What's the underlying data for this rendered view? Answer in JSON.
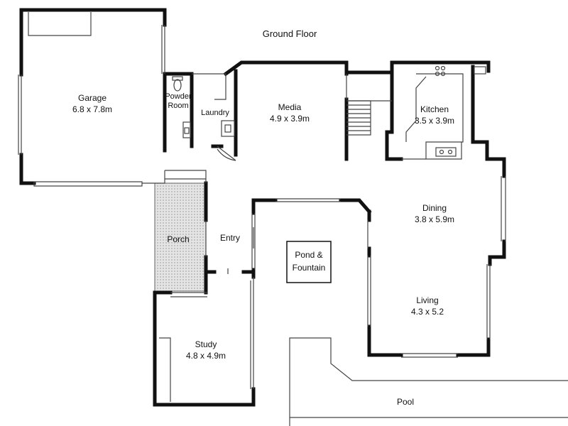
{
  "plan": {
    "title": "Ground Floor",
    "rooms": {
      "garage": {
        "name": "Garage",
        "size": "6.8 x 7.8m"
      },
      "powder": {
        "line1": "Powder",
        "line2": "Room"
      },
      "laundry": {
        "name": "Laundry"
      },
      "media": {
        "name": "Media",
        "size": "4.9 x 3.9m"
      },
      "kitchen": {
        "name": "Kitchen",
        "size": "3.5 x 3.9m"
      },
      "dining": {
        "name": "Dining",
        "size": "3.8 x 5.9m"
      },
      "living": {
        "name": "Living",
        "size": "4.3 x  5.2"
      },
      "porch": {
        "name": "Porch"
      },
      "entry": {
        "name": "Entry"
      },
      "pond": {
        "line1": "Pond &",
        "line2": "Fountain"
      },
      "study": {
        "name": "Study",
        "size": "4.8 x 4.9m"
      },
      "pool": {
        "name": "Pool"
      }
    },
    "colors": {
      "wall": "#111111",
      "thin": "#444444",
      "porch_fill": "#c9c9c9"
    }
  }
}
